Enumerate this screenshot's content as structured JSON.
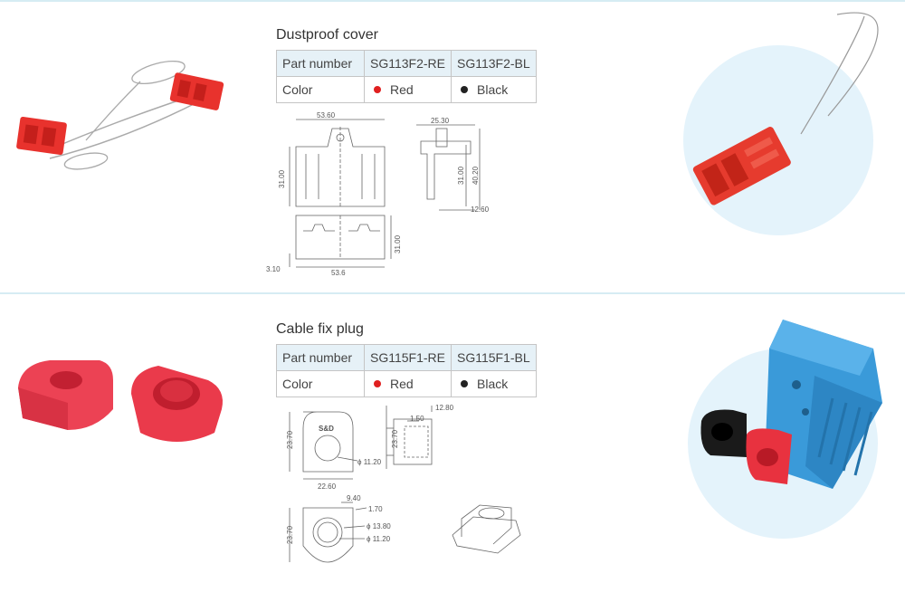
{
  "sections": [
    {
      "title": "Dustproof cover",
      "table": {
        "header": [
          "Part number",
          "SG113F2-RE",
          "SG113F2-BL"
        ],
        "row_label": "Color",
        "colors": [
          {
            "name": "Red",
            "hex": "#e02020"
          },
          {
            "name": "Black",
            "hex": "#222222"
          }
        ]
      },
      "dims": {
        "front_width": "53.60",
        "front_height": "31.00",
        "side_width": "25.30",
        "side_h1": "31.00",
        "side_h2": "40.20",
        "side_depth": "12.60",
        "bottom_height": "31.00",
        "bottom_width": "53.6",
        "bottom_offset": "3.10"
      }
    },
    {
      "title": "Cable fix plug",
      "table": {
        "header": [
          "Part number",
          "SG115F1-RE",
          "SG115F1-BL"
        ],
        "row_label": "Color",
        "colors": [
          {
            "name": "Red",
            "hex": "#e02020"
          },
          {
            "name": "Black",
            "hex": "#222222"
          }
        ]
      },
      "dims": {
        "logo": "S&D",
        "front_height": "23.70",
        "hole_dia": "ϕ 11.20",
        "front_width": "22.60",
        "side_top": "12.80",
        "side_wall": "1.50",
        "side_height": "23.70",
        "bottom_flange": "9.40",
        "bottom_wall": "1.70",
        "bottom_height": "23.70",
        "outer_dia": "ϕ 13.80",
        "inner_dia": "ϕ 11.20"
      }
    }
  ],
  "accent_color": "#d6ecf3"
}
